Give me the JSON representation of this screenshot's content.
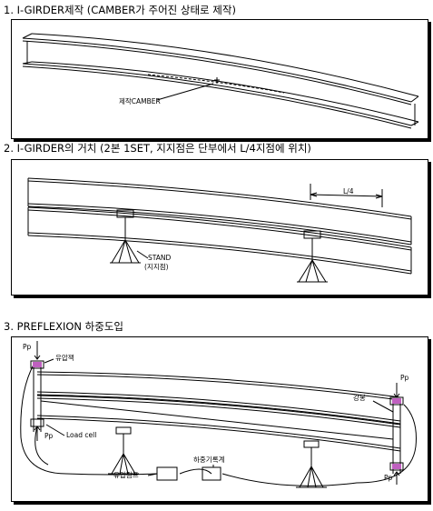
{
  "sections": [
    {
      "title": "1. I-GIRDER제작 (CAMBER가 주어진 상태로 제작)",
      "labels": {
        "camber": "제작CAMBER"
      }
    },
    {
      "title": "2. I-GIRDER의 거치 (2본 1SET, 지지점은 단부에서 L/4지점에 위치)",
      "labels": {
        "quarter": "L/4",
        "stand": "STAND",
        "stand_sub": "(지지점)"
      }
    },
    {
      "title": "3. PREFLEXION 하중도입",
      "labels": {
        "pp_top_left": "Pp",
        "pp_bottom_left": "Pp",
        "pp_top_right": "Pp",
        "pp_bottom_right": "Pp",
        "jack": "유압잭",
        "load_cell": "Load cell",
        "tie_rod": "강봉",
        "pump": "유압펌프",
        "recorder": "하중기록계"
      }
    }
  ],
  "colors": {
    "jack_accent": "#c060c0"
  }
}
